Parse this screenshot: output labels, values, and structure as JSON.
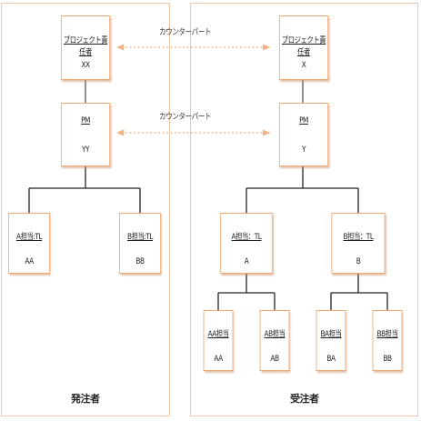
{
  "panels": {
    "client": {
      "label": "発注者"
    },
    "contractor": {
      "label": "受注者"
    }
  },
  "links": {
    "top_label": "カウンターパート",
    "mid_label": "カウンターパート"
  },
  "nodes": {
    "client_owner": {
      "role": "プロジェクト責任者",
      "person": "XX"
    },
    "client_pm": {
      "role": "PM",
      "person": "YY"
    },
    "client_a_lead": {
      "role": "A担当:TL",
      "person": "AA"
    },
    "client_b_lead": {
      "role": "B担当:TL",
      "person": "BB"
    },
    "contractor_owner": {
      "role": "プロジェクト責任者",
      "person": "X"
    },
    "contractor_pm": {
      "role": "PM",
      "person": "Y"
    },
    "contractor_a_lead": {
      "role": "A担当：TL",
      "person": "A"
    },
    "contractor_b_lead": {
      "role": "B担当：TL",
      "person": "B"
    },
    "contractor_aa": {
      "role": "AA担当",
      "person": "AA"
    },
    "contractor_ab": {
      "role": "AB担当",
      "person": "AB"
    },
    "contractor_ba": {
      "role": "BA担当",
      "person": "BA"
    },
    "contractor_bb": {
      "role": "BB担当",
      "person": "BB"
    }
  },
  "colors": {
    "panel_border": "#f2c7a9",
    "node_border": "#f0a870",
    "counterpart_arrow": "#f4b183",
    "connector": "#222222"
  }
}
